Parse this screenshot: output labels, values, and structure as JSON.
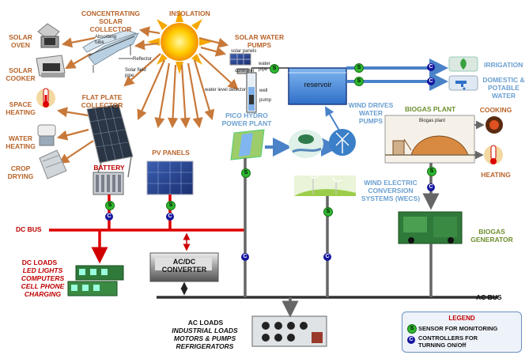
{
  "labels": {
    "insolation": "INSOLATION",
    "concentrating_solar_collector": [
      "CONCENTRATING",
      "SOLAR",
      "COLLECTOR"
    ],
    "absorbing_tube": [
      "Absorbing",
      "tube"
    ],
    "reflector": "Reflector",
    "solar_field_pipe": [
      "Solar field",
      "pipe"
    ],
    "solar_oven": [
      "SOLAR",
      "OVEN"
    ],
    "solar_cooker": [
      "SOLAR",
      "COOKER"
    ],
    "flat_plate_collector": [
      "FLAT PLATE",
      "COLLECTOR"
    ],
    "space_heating": [
      "SPACE",
      "HEATING"
    ],
    "water_heating": [
      "WATER",
      "HEATING"
    ],
    "crop_drying": [
      "CROP",
      "DRYING"
    ],
    "solar_water_pumps": [
      "SOLAR WATER",
      "PUMPS"
    ],
    "solar_panels": "solar panels",
    "controller": "controller",
    "water_pipe": [
      "water",
      "pipe"
    ],
    "water_level_detector": "water level detector",
    "well": "well",
    "pump": "pump",
    "reservoir": "reservoir",
    "irrigation": "IRRIGATION",
    "domestic_water": [
      "DOMESTIC &",
      "POTABLE",
      "WATER"
    ],
    "pico_hydro": [
      "PICO HYDRO",
      "POWER PLANT"
    ],
    "wind_drives": [
      "WIND DRIVES",
      "WATER",
      "PUMPS"
    ],
    "biogas_plant": "BIOGAS PLANT",
    "biogas_plant_small": "Biogas plant",
    "cooking": "COOKING",
    "heating": "HEATING",
    "battery": "BATTERY",
    "pv_panels": "PV PANELS",
    "wecs": [
      "WIND ELECTRIC",
      "CONVERSION",
      "SYSTEMS (WECS)"
    ],
    "dc_bus": "DC BUS",
    "ac_dc_converter": [
      "AC/DC",
      "CONVERTER"
    ],
    "biogas_generator": [
      "BIOGAS",
      "GENERATOR"
    ],
    "dc_loads": "DC LOADS",
    "dc_load_items": [
      "LED LIGHTS",
      "COMPUTERS",
      "CELL PHONE",
      "CHARGING"
    ],
    "ac_bus": "AC BUS",
    "ac_loads": "AC LOADS",
    "ac_load_items": [
      "INDUSTRIAL LOADS",
      "MOTORS & PUMPS",
      "REFRIGERATORS"
    ]
  },
  "legend": {
    "title": "LEGEND",
    "sensor_letter": "S",
    "sensor_text": "SENSOR FOR MONITORING",
    "controller_letter": "C",
    "controller_text": [
      "CONTROLLERS FOR",
      "TURNING ON/Off"
    ]
  },
  "colors": {
    "brown": "#b8642a",
    "blue": "#6a9fd0",
    "green": "#6d8f2e",
    "red": "#c00000",
    "dc_bus": "#dd0000",
    "sensor": "#2eb82e",
    "controller": "#1515a0"
  }
}
